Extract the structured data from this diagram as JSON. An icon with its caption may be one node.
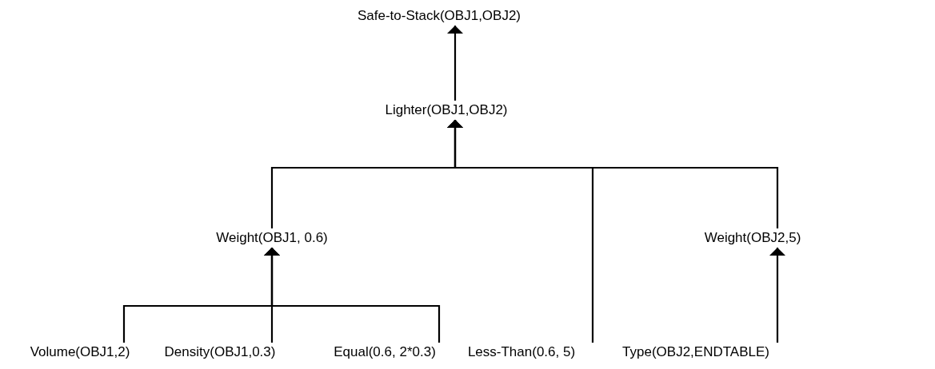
{
  "diagram": {
    "nodes": [
      {
        "text": [
          "Safe-to-Stack(OBJ1,OBJ2)"
        ]
      },
      {
        "text": [
          "Lighter(OBJ1,OBJ2)"
        ]
      },
      {
        "text": [
          "Weight(OBJ1, 0.6)"
        ]
      },
      {
        "text": [
          "Weight(OBJ2,5)"
        ]
      },
      {
        "text": [
          "Volume(OBJ1,2)"
        ]
      },
      {
        "text": [
          "Density(OBJ1,0.3)"
        ]
      },
      {
        "text": [
          "Equal(0.6, 2*0.3)"
        ]
      },
      {
        "text": [
          "Less-Than(0.6, 5)"
        ]
      },
      {
        "text": [
          "Type(OBJ2,ENDTABLE)"
        ]
      }
    ],
    "edges": [
      {
        "from": 1,
        "to": 0,
        "arrow": "to"
      },
      {
        "from": 2,
        "to": 1,
        "arrow": "to"
      },
      {
        "from": 7,
        "to": 1,
        "arrow": "to"
      },
      {
        "from": 3,
        "to": 1,
        "arrow": "to"
      },
      {
        "from": 4,
        "to": 2,
        "arrow": "to"
      },
      {
        "from": 5,
        "to": 2,
        "arrow": "to"
      },
      {
        "from": 6,
        "to": 2,
        "arrow": "to"
      },
      {
        "from": 8,
        "to": 3,
        "arrow": "to"
      }
    ]
  }
}
